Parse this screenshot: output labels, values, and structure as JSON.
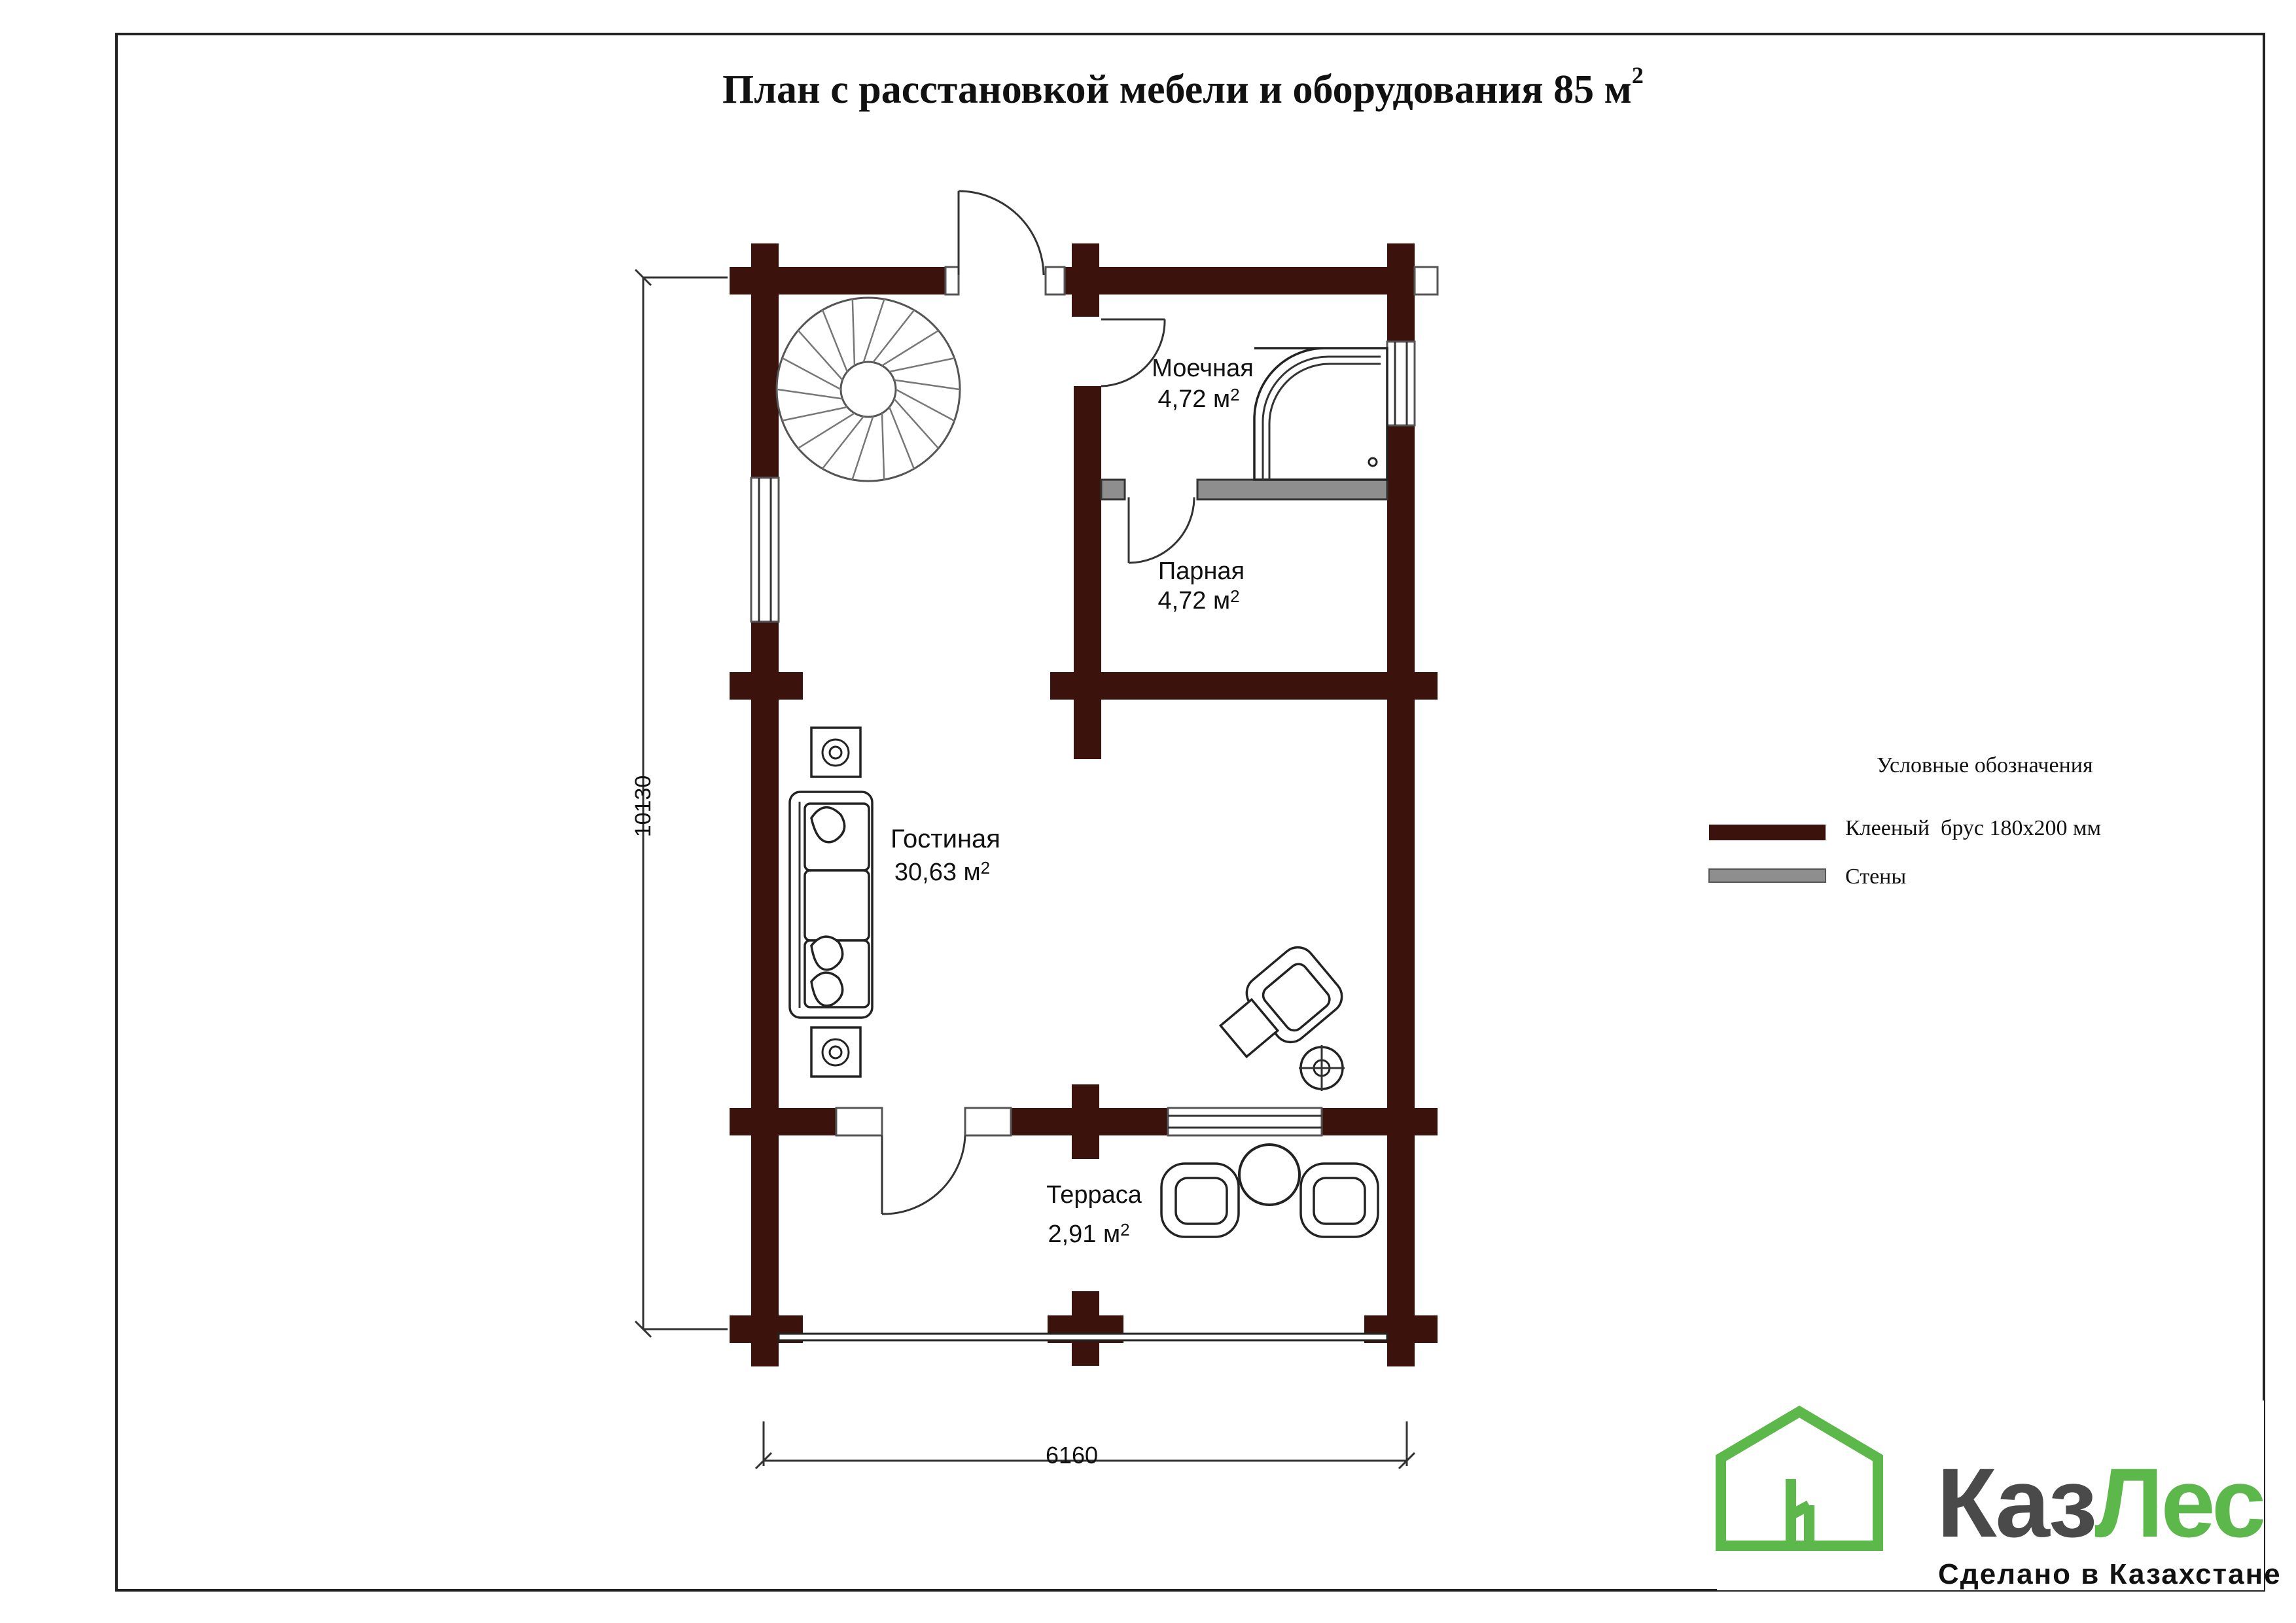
{
  "title": "План с расстановкой мебели и оборудования 85 м",
  "title_sup": "2",
  "rooms": [
    {
      "id": "washroom",
      "name": "Моечная",
      "area": "4,72 м",
      "sup": "2"
    },
    {
      "id": "steamroom",
      "name": "Парная",
      "area": "4,72 м",
      "sup": "2"
    },
    {
      "id": "living",
      "name": "Гостиная",
      "area": "30,63 м",
      "sup": "2"
    },
    {
      "id": "terrace",
      "name": "Терраса",
      "area": "2,91 м",
      "sup": "2"
    }
  ],
  "dimensions": {
    "height": "10130",
    "width": "6160"
  },
  "legend": {
    "title": "Условные обозначения",
    "items": [
      {
        "label": "Клееный  брус 180х200 мм",
        "color": "#3b130c"
      },
      {
        "label": "Стены",
        "color": "#8e8e8e"
      }
    ]
  },
  "brand": {
    "name_part1": "Каз",
    "name_part2": "Лес",
    "tagline": "Сделано в Казахстане",
    "color_dark": "#4a4a4a",
    "color_green": "#5cb84a"
  }
}
